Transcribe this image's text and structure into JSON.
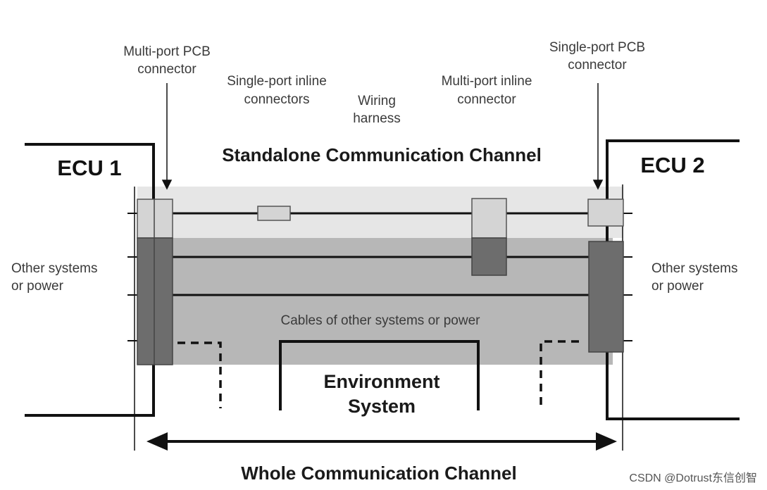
{
  "labels": {
    "multiport_pcb": [
      "Multi-port PCB",
      "connector"
    ],
    "singleport_inline": [
      "Single-port inline",
      "connectors"
    ],
    "wiring_harness": [
      "Wiring",
      "harness"
    ],
    "multiport_inline": [
      "Multi-port inline",
      "connector"
    ],
    "singleport_pcb": [
      "Single-port PCB",
      "connector"
    ],
    "standalone_title": "Standalone Communication Channel",
    "ecu1": "ECU 1",
    "ecu2": "ECU 2",
    "other_left": [
      "Other systems",
      "or power"
    ],
    "other_right": [
      "Other systems",
      "or power"
    ],
    "cables": "Cables of other systems or power",
    "environment": [
      "Environment",
      "System"
    ],
    "whole_title": "Whole Communication Channel"
  },
  "watermark": "CSDN @Dotrust东信创智",
  "colors": {
    "light_band": "#e6e6e6",
    "dark_band": "#b7b7b7",
    "connector_light": "#d4d4d4",
    "connector_dark": "#6d6d6d",
    "line": "#111111"
  }
}
